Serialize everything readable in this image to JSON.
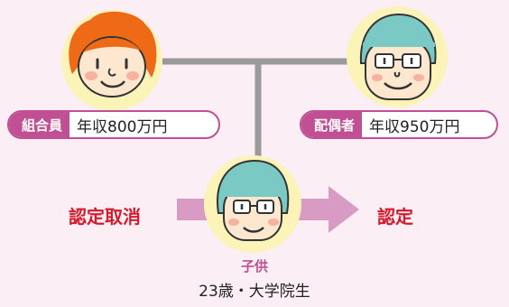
{
  "diagram": {
    "member": {
      "role": "組合員",
      "income": "年収800万円"
    },
    "spouse": {
      "role": "配偶者",
      "income": "年収950万円"
    },
    "status_before": "認定取消",
    "status_after": "認定",
    "child": {
      "label": "子供",
      "description": "23歳・大学院生"
    }
  },
  "colors": {
    "background": "#fbeef4",
    "accent_magenta": "#c04f93",
    "status_red": "#d41b2c",
    "arrow_pink": "#d89bc4",
    "connector_gray": "#9a9a9a",
    "face_halo": "#fbf3b8",
    "female_hair": "#ef6a16",
    "male_hair": "#7bc9c4",
    "skin": "#fde7cf"
  },
  "icons": [
    "female-member-face-icon",
    "male-spouse-face-icon",
    "child-face-icon",
    "right-arrow-icon"
  ]
}
